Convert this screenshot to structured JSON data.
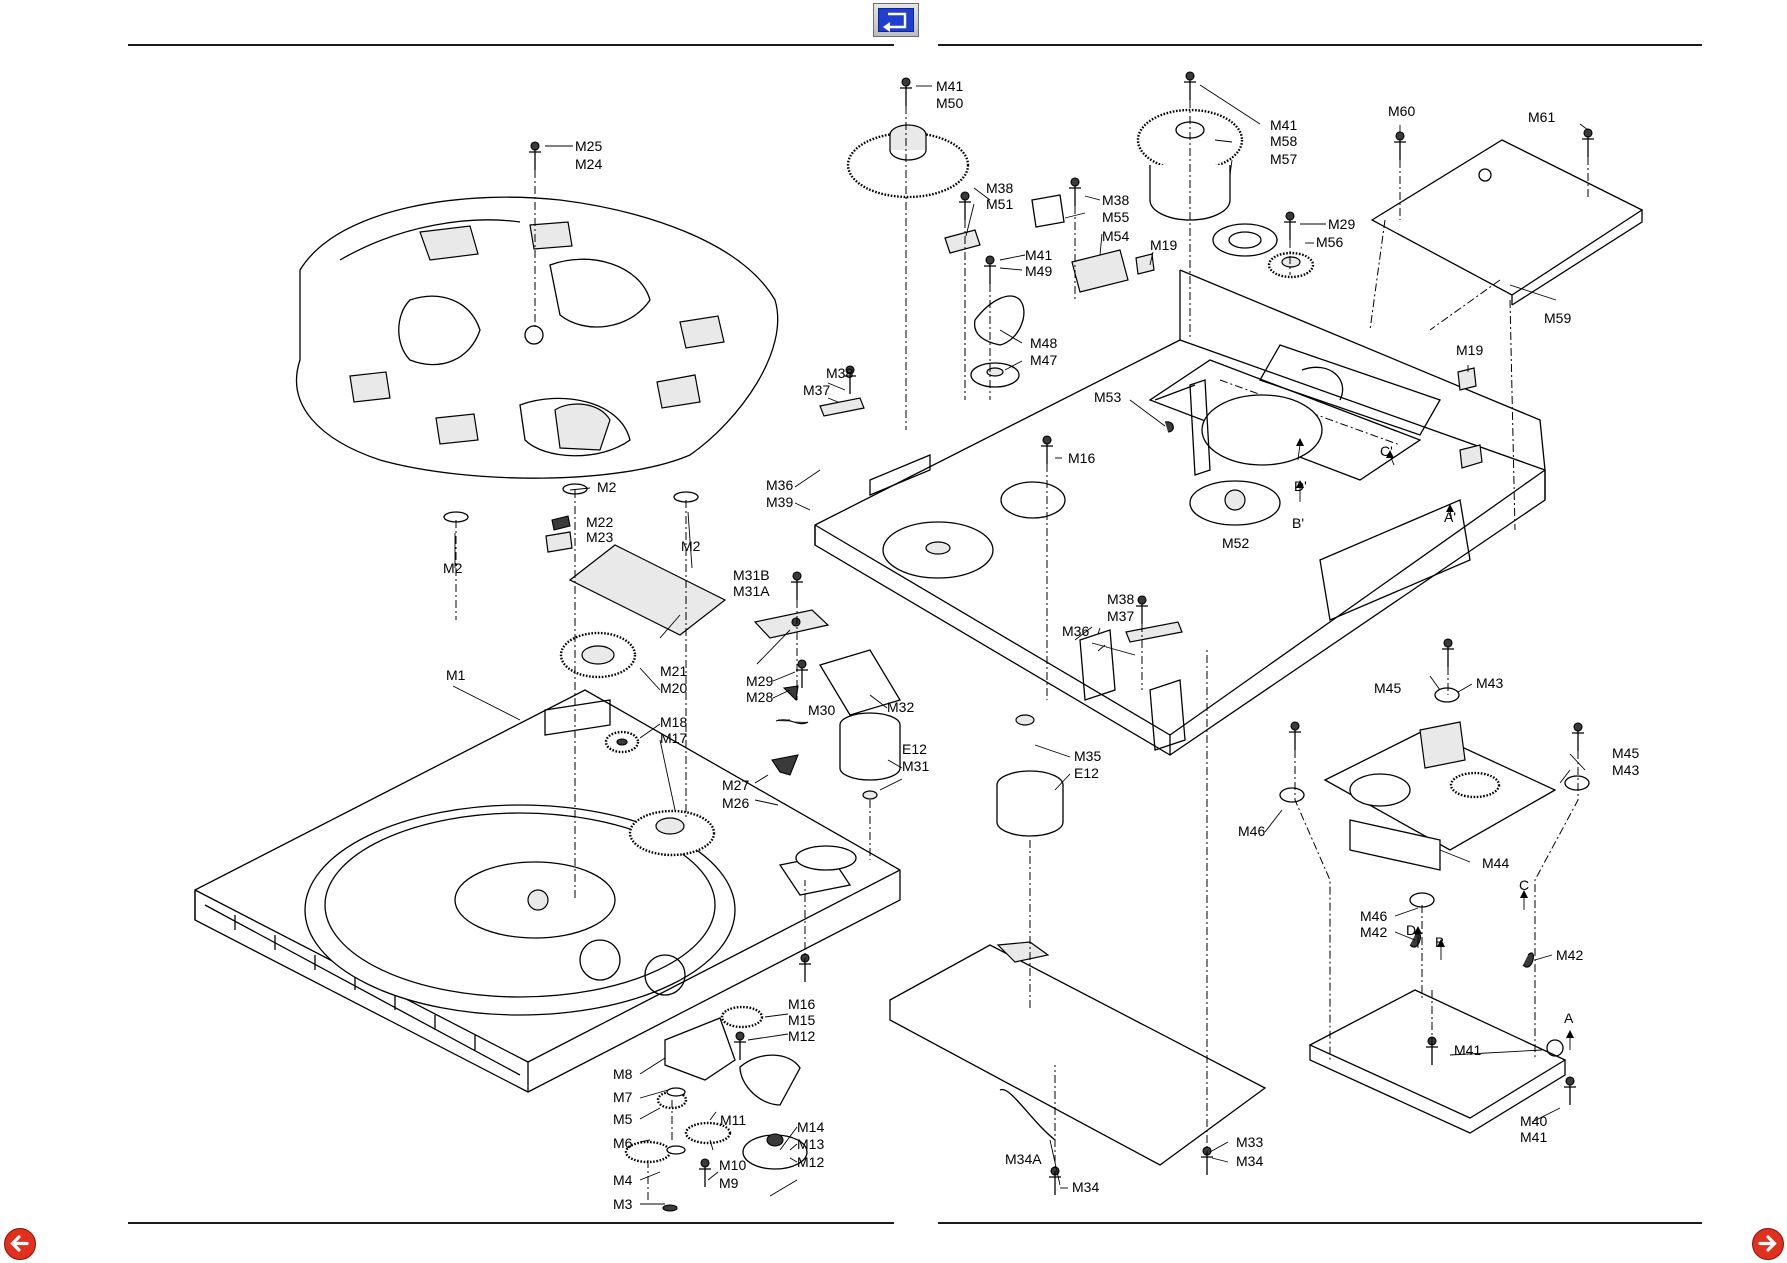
{
  "nav": {
    "back": {
      "icon": "return-arrow-icon",
      "color": "#1f3fd0"
    },
    "previous": {
      "icon": "arrow-left-icon",
      "color": "#e0301e"
    },
    "next": {
      "icon": "arrow-right-icon",
      "color": "#e0301e"
    }
  },
  "diagram": {
    "labels": {
      "m1": "M1",
      "m2": "M2",
      "m3": "M3",
      "m4": "M4",
      "m5": "M5",
      "m6": "M6",
      "m7": "M7",
      "m8": "M8",
      "m9": "M9",
      "m10": "M10",
      "m11": "M11",
      "m12": "M12",
      "m13": "M13",
      "m14": "M14",
      "m15": "M15",
      "m16": "M16",
      "m17": "M17",
      "m18": "M18",
      "m19": "M19",
      "m20": "M20",
      "m21": "M21",
      "m22": "M22",
      "m23": "M23",
      "m24": "M24",
      "m25": "M25",
      "m26": "M26",
      "m27": "M27",
      "m28": "M28",
      "m29": "M29",
      "m30": "M30",
      "m31": "M31",
      "m31a": "M31A",
      "m31b": "M31B",
      "m32": "M32",
      "m33": "M33",
      "m34": "M34",
      "m34a": "M34A",
      "m35": "M35",
      "m36": "M36",
      "m37": "M37",
      "m38": "M38",
      "m39": "M39",
      "m40": "M40",
      "m41": "M41",
      "m42": "M42",
      "m43": "M43",
      "m44": "M44",
      "m45": "M45",
      "m46": "M46",
      "m47": "M47",
      "m48": "M48",
      "m49": "M49",
      "m50": "M50",
      "m51": "M51",
      "m52": "M52",
      "m53": "M53",
      "m54": "M54",
      "m55": "M55",
      "m56": "M56",
      "m57": "M57",
      "m58": "M58",
      "m59": "M59",
      "m60": "M60",
      "m61": "M61",
      "e12": "E12",
      "a": "A",
      "a_prime": "A'",
      "b": "B",
      "b_prime": "B'",
      "c": "C",
      "c_prime": "C'",
      "d": "D",
      "d_prime": "D'"
    }
  }
}
